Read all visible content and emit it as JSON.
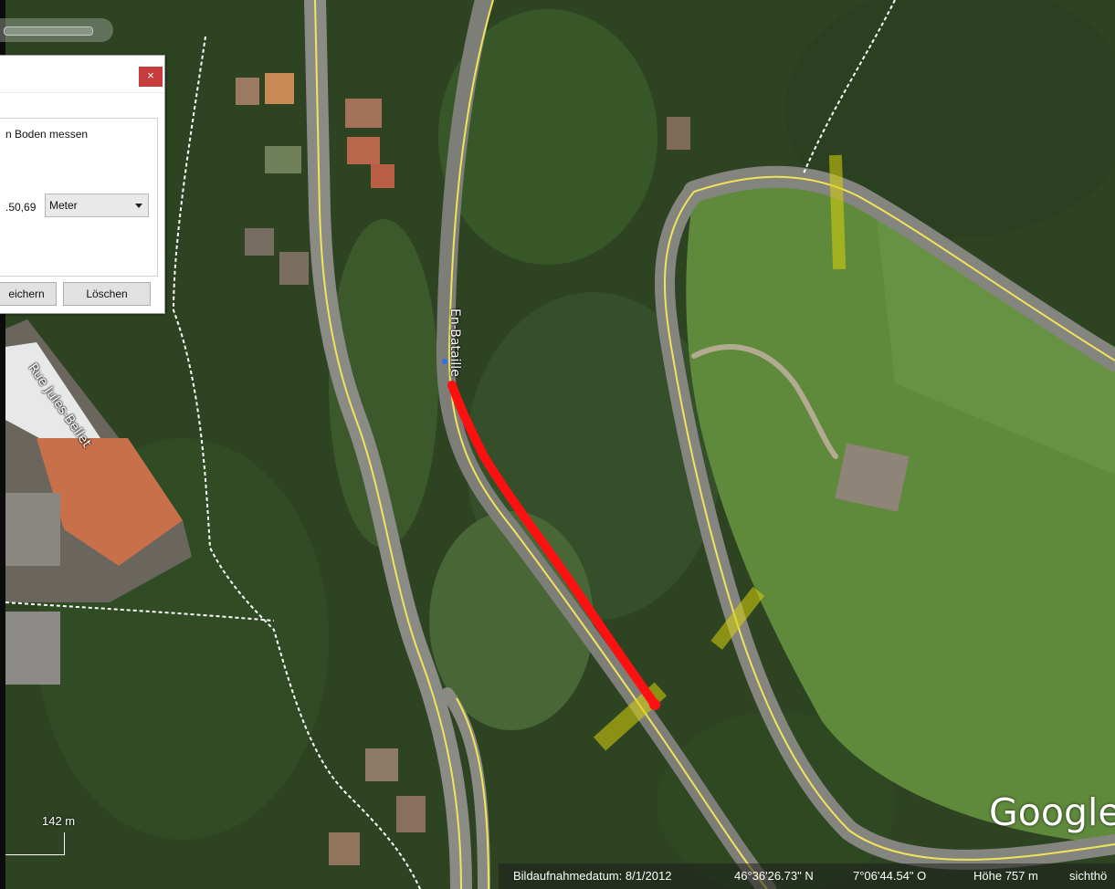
{
  "dialog": {
    "close_glyph": "×",
    "hint_text": "n Boden messen",
    "measure_value": ".50,69",
    "unit_selected": "Meter",
    "save_label": "eichern",
    "delete_label": "Löschen"
  },
  "map": {
    "road_labels": [
      "Rue Jules-Bellet",
      "En-Bataille"
    ],
    "scale_label": "142  m",
    "logo_text": "Google",
    "colors": {
      "measure_path": "#ff1010",
      "road_lines": "#f1e35a",
      "boundary": "#ffffff"
    }
  },
  "status": {
    "image_date": "Bildaufnahmedatum: 8/1/2012",
    "latitude": "46°36'26.73\" N",
    "longitude": "7°06'44.54\" O",
    "elevation": "Höhe   757 m",
    "eye_alt": "sichthö"
  }
}
